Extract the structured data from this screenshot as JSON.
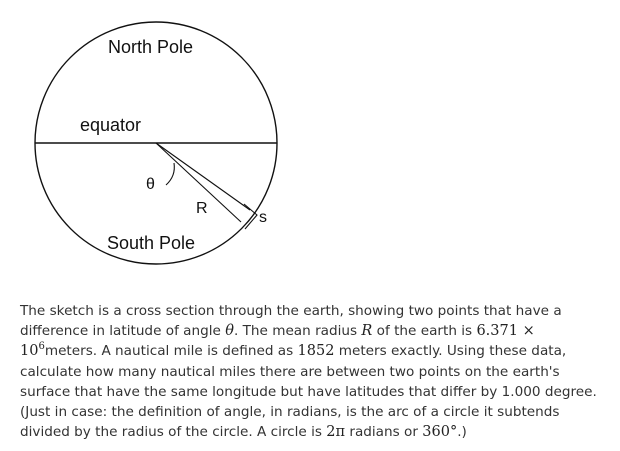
{
  "diagram": {
    "north_label": "North Pole",
    "equator_label": "equator",
    "south_label": "South Pole",
    "theta_label": "θ",
    "radius_label": "R",
    "arc_label": "s"
  },
  "problem": {
    "t1": "The sketch is a cross section through the earth, showing two points that have a difference in latitude of angle ",
    "theta": "θ",
    "t2": ". The mean radius ",
    "R": "R",
    "t3": " of the earth is ",
    "radius_mantissa": "6.371 × 10",
    "radius_exp": "6",
    "t4": "meters. A nautical mile is defined as ",
    "nautical_mile": "1852",
    "t5": " meters exactly. Using these data, calculate how many nautical miles there are between two points on the earth's surface that have the same longitude but have latitudes that differ by 1.000 degree. (Just in case: the definition of angle, in radians, is the arc of a circle it subtends divided by the radius of the circle. A circle is ",
    "two_pi": "2π",
    "t6": " radians or ",
    "degrees": "360°",
    "t7": ".)"
  }
}
